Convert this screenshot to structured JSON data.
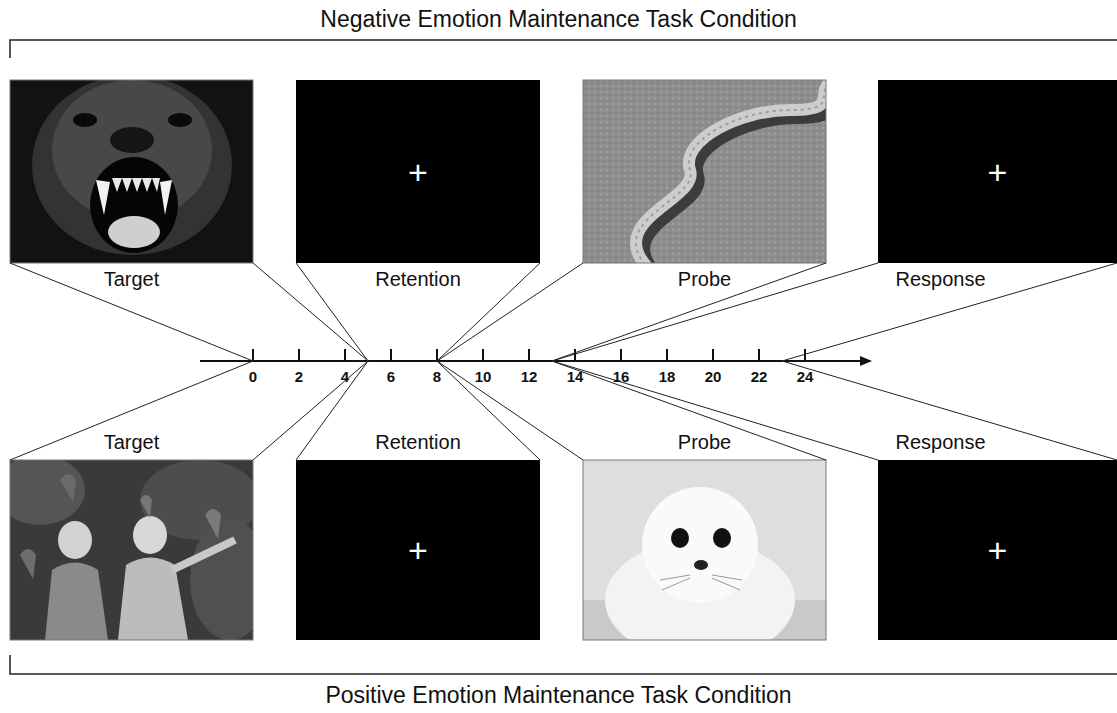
{
  "diagram": {
    "title": "Negative Emotion Maintenance Task Condition",
    "caption": "Positive Emotion Maintenance Task Condition",
    "nodes": [
      {
        "text": [
          "Target"
        ]
      },
      {
        "text": [
          "+",
          "Retention"
        ]
      },
      {
        "text": [
          "Probe"
        ]
      },
      {
        "text": [
          "+",
          "Response"
        ]
      },
      {
        "text": [
          "Target"
        ]
      },
      {
        "text": [
          "Retention",
          "+"
        ]
      },
      {
        "text": [
          "Probe"
        ]
      },
      {
        "text": [
          "Response",
          "+"
        ]
      }
    ],
    "labels": [
      "0",
      "2",
      "4",
      "6",
      "8",
      "10",
      "12",
      "14",
      "16",
      "18",
      "20",
      "22",
      "24"
    ]
  }
}
